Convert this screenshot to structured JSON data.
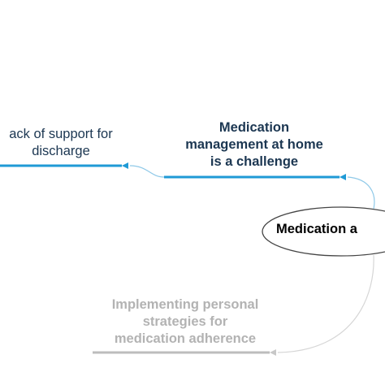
{
  "nodes": {
    "lack_of_support": {
      "lines": [
        "ack of support for",
        "discharge"
      ]
    },
    "medication_management": {
      "lines": [
        "Medication",
        "management at home",
        "is a challenge"
      ]
    },
    "implementing_strategies": {
      "lines": [
        "Implementing personal",
        "strategies for",
        "medication adherence"
      ]
    },
    "medication_center": {
      "lines": [
        "Medication a"
      ]
    }
  },
  "colors": {
    "branch_blue": "#1f9ad6",
    "connector_light_blue": "#8fc9e8",
    "text_dark": "#1c3752",
    "faded": "#b3b3b3"
  }
}
